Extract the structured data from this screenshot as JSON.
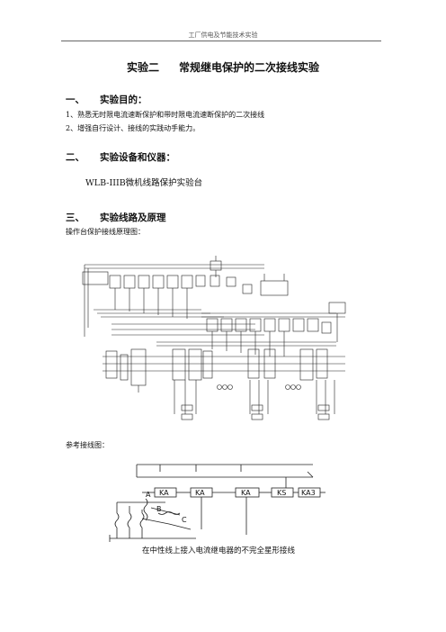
{
  "header": {
    "text": "工厂供电及节能技术实验"
  },
  "title": {
    "part1": "实验二",
    "part2": "常规继电保护的二次接线实验"
  },
  "sections": [
    {
      "number": "一、",
      "heading": "实验目的："
    },
    {
      "number": "二、",
      "heading": "实验设备和仪器："
    },
    {
      "number": "三、",
      "heading": "实验线路及原理"
    }
  ],
  "purpose_lines": [
    "1、熟悉无时限电流速断保护和带时限电流速断保护的二次接线",
    "2、增强自行设计、接线的实践动手能力。"
  ],
  "equipment": "WLB-IIIB微机线路保护实验台",
  "schematic_label": "操作台保护接线原理图：",
  "reference_label": "参考接线图：",
  "diagram2": {
    "relays": [
      "KA",
      "KA",
      "KA",
      "KS",
      "KA3"
    ],
    "phases": [
      "A",
      "B",
      "C"
    ],
    "caption": "在中性线上接入电流继电器的不完全星形接线"
  }
}
